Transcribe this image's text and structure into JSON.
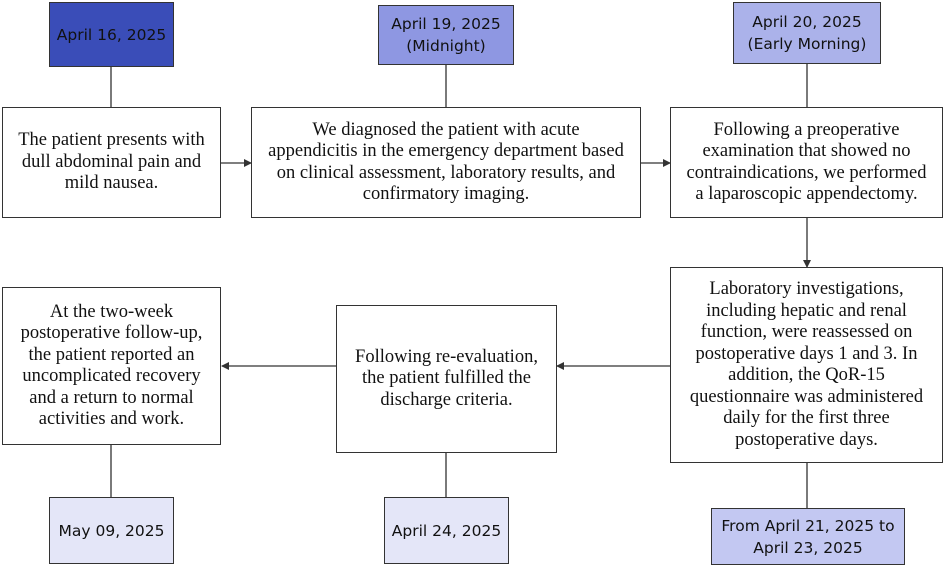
{
  "colors": {
    "date_dark": "#3A4DB8",
    "date_medium": "#8E97E2",
    "date_light": "#ABB2EA",
    "date_pale": "#C3C8F2",
    "date_lightest": "#E4E6F8",
    "line": "#333333"
  },
  "dates": {
    "d1": "April 16, 2025",
    "d2": "April 19, 2025\n(Midnight)",
    "d3": "April 20, 2025\n(Early Morning)",
    "d4": "From April 21, 2025 to\nApril 23, 2025",
    "d5": "April 24, 2025",
    "d6": "May 09, 2025"
  },
  "events": {
    "e1": "The patient presents with\ndull abdominal pain and\nmild nausea.",
    "e2": "We diagnosed the patient with acute\nappendicitis in the emergency department based\non clinical assessment, laboratory results, and\nconfirmatory imaging.",
    "e3": "Following a preoperative\nexamination that showed no\ncontraindications, we performed\na laparoscopic appendectomy.",
    "e4": "Laboratory investigations,\nincluding hepatic and renal\nfunction, were reassessed on\npostoperative days 1 and 3. In\naddition, the  QoR-15\nquestionnaire was administered\ndaily for the first three\npostoperative days.",
    "e5": "Following re-evaluation,\nthe patient fulfilled the\ndischarge criteria.",
    "e6": "At the two-week\npostoperative follow-up,\nthe patient reported an\nuncomplicated recovery\nand a return to normal\nactivities and work."
  }
}
